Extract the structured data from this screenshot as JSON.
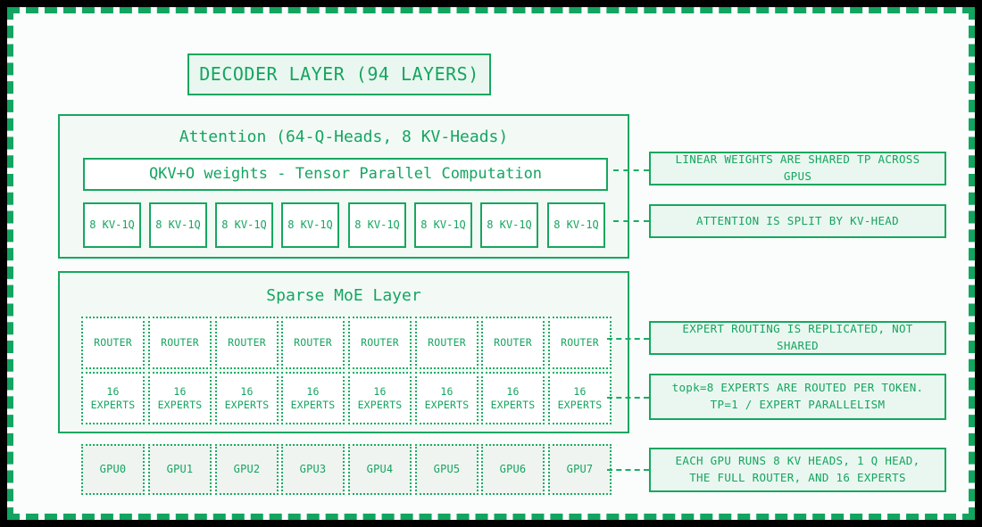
{
  "diagram": {
    "title": "DECODER LAYER (94 LAYERS)",
    "attention": {
      "title": "Attention (64-Q-Heads, 8 KV-Heads)",
      "weights_box": "QKV+O weights - Tensor Parallel Computation",
      "head_label": "8 KV-1Q",
      "head_count": 8
    },
    "moe": {
      "title": "Sparse MoE Layer",
      "router_label": "ROUTER",
      "router_count": 8,
      "expert_label": "16 EXPERTS",
      "expert_count": 8
    },
    "gpus": [
      "GPU0",
      "GPU1",
      "GPU2",
      "GPU3",
      "GPU4",
      "GPU5",
      "GPU6",
      "GPU7"
    ],
    "notes": {
      "linear": "LINEAR WEIGHTS ARE SHARED TP ACROSS GPUS",
      "attention": "ATTENTION IS SPLIT BY KV-HEAD",
      "routing": "EXPERT ROUTING IS REPLICATED, NOT SHARED",
      "topk_line1": "topk=8 EXPERTS ARE ROUTED PER TOKEN.",
      "topk_line2": "TP=1 / EXPERT PARALLELISM",
      "gpu_line1": "EACH GPU RUNS 8 KV HEADS, 1 Q HEAD,",
      "gpu_line2": "THE FULL ROUTER, AND 16 EXPERTS"
    },
    "colors": {
      "accent": "#16a75f",
      "text": "#15a560",
      "panel_fill": "#f3faf6",
      "note_fill": "#eaf7f0",
      "gpu_fill": "#f0f4f1",
      "page_bg": "#fafdfb",
      "outside_bg": "#000000"
    }
  }
}
